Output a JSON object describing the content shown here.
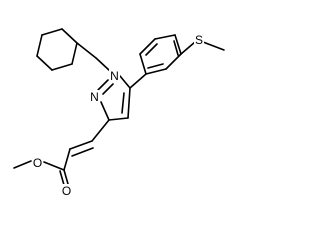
{
  "molecule": {
    "atoms": {
      "n1": "N",
      "n2": "N",
      "s": "S",
      "o_ether": "O",
      "o_carbonyl": "O"
    },
    "colors": {
      "bond": "#000000",
      "label": "#000000",
      "background": "#ffffff"
    }
  }
}
